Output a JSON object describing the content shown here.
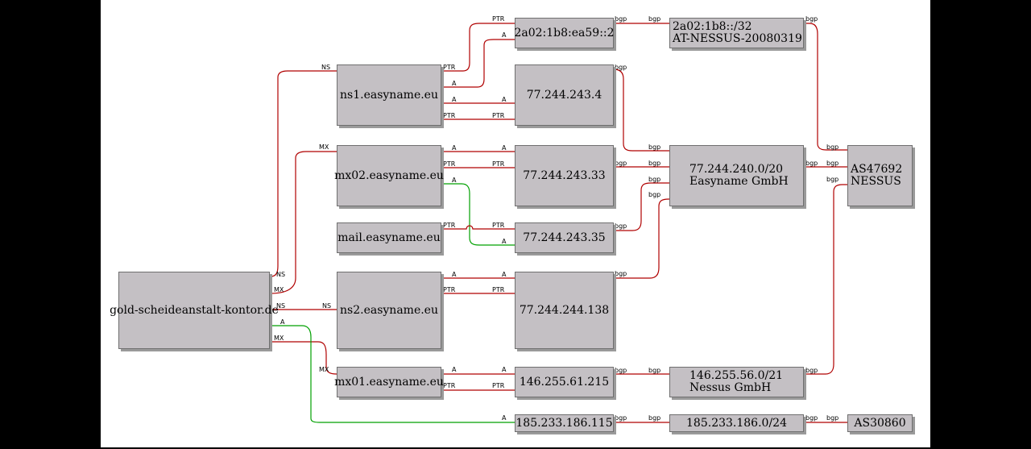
{
  "nodes": {
    "gold": {
      "label": "gold-scheideanstalt-kontor.de"
    },
    "ns1": {
      "label": "ns1.easyname.eu"
    },
    "mx02": {
      "label": "mx02.easyname.eu"
    },
    "mail": {
      "label": "mail.easyname.eu"
    },
    "ns2": {
      "label": "ns2.easyname.eu"
    },
    "mx01": {
      "label": "mx01.easyname.eu"
    },
    "ipv6": {
      "label": "2a02:1b8:ea59::2"
    },
    "ip4": {
      "label": "77.244.243.4"
    },
    "ip33": {
      "label": "77.244.243.33"
    },
    "ip35": {
      "label": "77.244.243.35"
    },
    "ip138": {
      "label": "77.244.244.138"
    },
    "ip215": {
      "label": "146.255.61.215"
    },
    "ip115": {
      "label": "185.233.186.115"
    },
    "net6": {
      "line1": "2a02:1b8::/32",
      "line2": "AT-NESSUS-20080319"
    },
    "easynet": {
      "line1": "77.244.240.0/20",
      "line2": "Easyname GmbH"
    },
    "nessusnet": {
      "line1": "146.255.56.0/21",
      "line2": "Nessus GmbH"
    },
    "net186": {
      "label": "185.233.186.0/24"
    },
    "as47692": {
      "line1": "AS47692",
      "line2": "NESSUS"
    },
    "as30860": {
      "label": "AS30860"
    }
  },
  "edge_labels": {
    "ns": "NS",
    "mx": "MX",
    "a": "A",
    "ptr": "PTR",
    "bgp": "bgp"
  },
  "colors": {
    "edge_primary": "#b00000",
    "edge_secondary": "#00a000",
    "node_fill": "#c4c0c4"
  }
}
